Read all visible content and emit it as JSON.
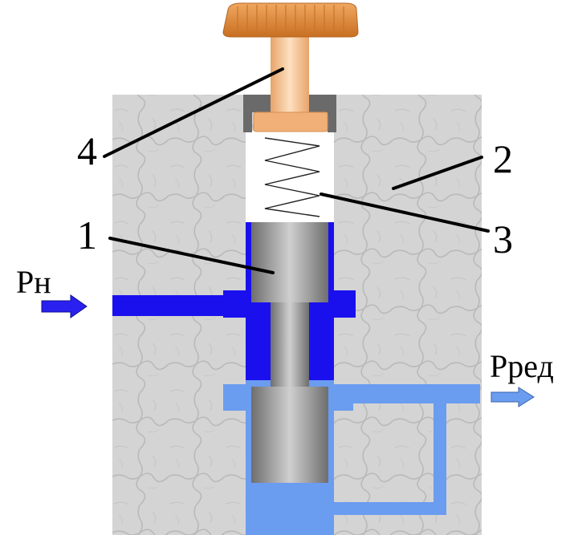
{
  "labels": {
    "piston": "1",
    "body": "2",
    "spring": "3",
    "screw": "4",
    "inlet": "Рн",
    "outlet": "Рред"
  },
  "colors": {
    "body": "#d4d4d4",
    "crack": "#b9b9b9",
    "high_pressure": "#1a10ee",
    "reduced_pressure": "#6a9cf0",
    "piston": "#a8a8a8",
    "screw": "#f0b078",
    "knob": "#e08830",
    "cap": "#6a6a6a",
    "arrow_inlet": "#2a20f0",
    "arrow_outlet": "#6a9cf0"
  }
}
